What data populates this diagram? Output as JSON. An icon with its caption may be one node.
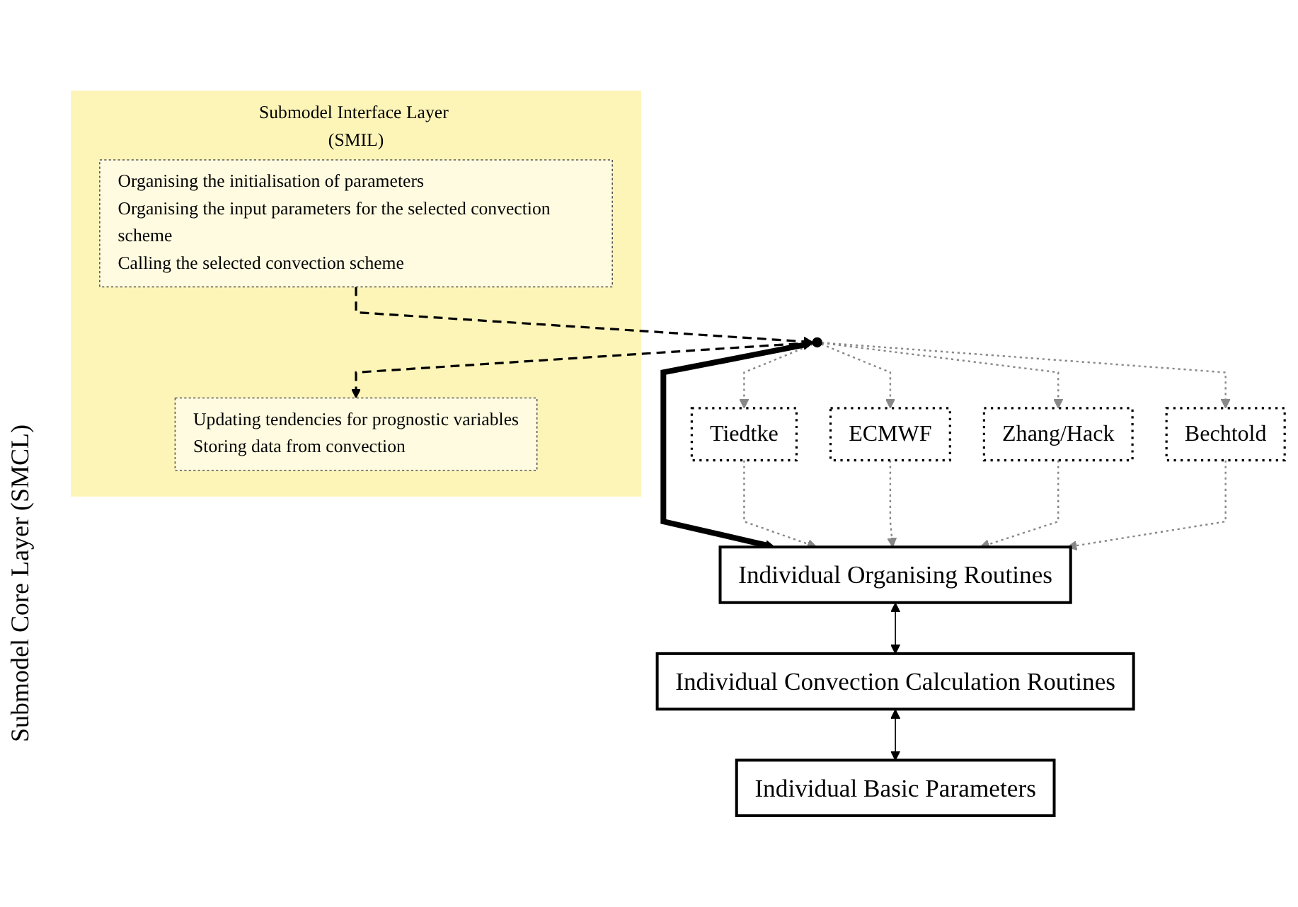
{
  "diagram": {
    "nodes": [
      {
        "text": [
          "Submodel Interface Layer (SMIL)"
        ]
      },
      {
        "text": [
          "Organising the initialisation of parameters",
          "Organising the input parameters for the selected convection scheme",
          "Calling the selected convection scheme"
        ],
        "in": 0
      },
      {
        "text": [
          "Updating tendencies for prognostic variables",
          "Storing data from convection"
        ],
        "in": 0
      },
      {
        "text": [],
        "shape": "circle"
      },
      {
        "text": [
          "Tiedtke"
        ]
      },
      {
        "text": [
          "ECMWF"
        ]
      },
      {
        "text": [
          "Zhang/Hack"
        ]
      },
      {
        "text": [
          "Bechtold"
        ]
      },
      {
        "text": [
          "Individual Organising Routines"
        ]
      },
      {
        "text": [
          "Individual Convection Calculation Routines"
        ]
      },
      {
        "text": [
          "Individual Basic Parameters"
        ]
      }
    ],
    "edges": [
      {
        "from": 1,
        "to": 3,
        "arrow": "to",
        "style": "dashed",
        "color": "#000000"
      },
      {
        "from": 3,
        "to": 2,
        "arrow": "to",
        "style": "dashed",
        "color": "#000000"
      },
      {
        "from": 3,
        "to": 4,
        "arrow": "to",
        "style": "dashed",
        "color": "#888888"
      },
      {
        "from": 3,
        "to": 5,
        "arrow": "to",
        "style": "dashed",
        "color": "#888888"
      },
      {
        "from": 3,
        "to": 6,
        "arrow": "to",
        "style": "dashed",
        "color": "#888888"
      },
      {
        "from": 3,
        "to": 7,
        "arrow": "to",
        "style": "dashed",
        "color": "#888888"
      },
      {
        "from": 3,
        "to": 8,
        "arrow": "both",
        "style": "thick",
        "color": "#000000"
      },
      {
        "from": 4,
        "to": 8,
        "arrow": "to",
        "style": "dashed",
        "color": "#888888"
      },
      {
        "from": 5,
        "to": 8,
        "arrow": "to",
        "style": "dashed",
        "color": "#888888"
      },
      {
        "from": 6,
        "to": 8,
        "arrow": "to",
        "style": "dashed",
        "color": "#888888"
      },
      {
        "from": 7,
        "to": 8,
        "arrow": "to",
        "style": "dashed",
        "color": "#888888"
      },
      {
        "from": 8,
        "to": 9,
        "arrow": "both",
        "color": "#000000"
      },
      {
        "from": 9,
        "to": 10,
        "arrow": "both",
        "color": "#000000"
      }
    ],
    "labels": [
      "Submodel Core Layer (SMCL)"
    ]
  }
}
